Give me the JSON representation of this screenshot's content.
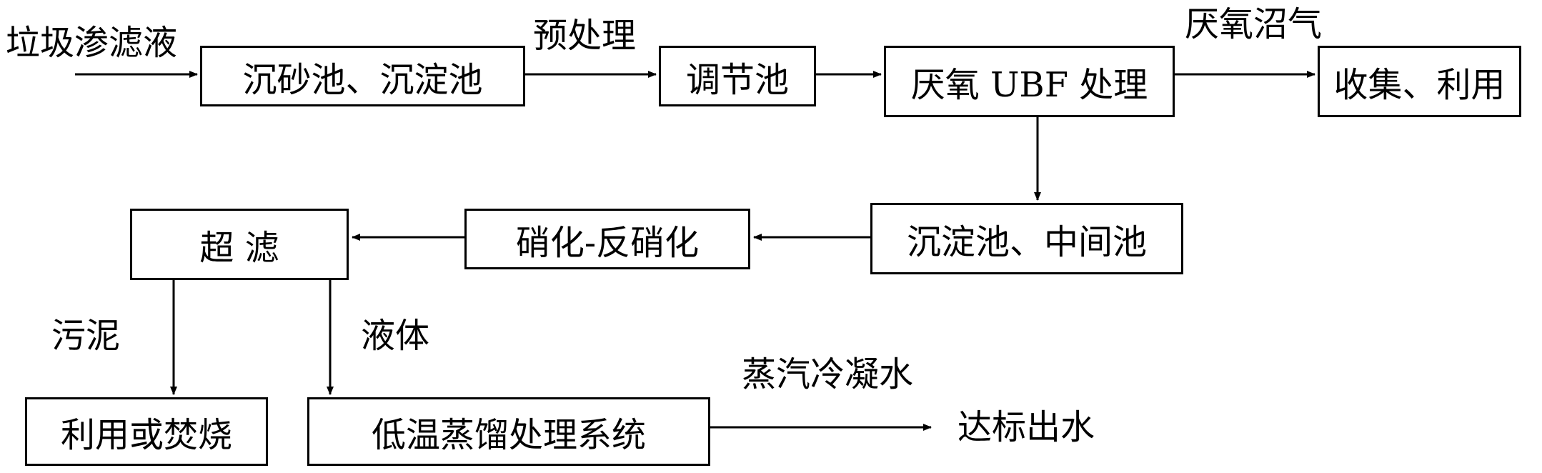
{
  "nodes": {
    "grit_sedimentation": "沉砂池、沉淀池",
    "regulating_tank": "调节池",
    "anaerobic_ubf": "厌氧 UBF 处理",
    "collect_utilize": "收集、利用",
    "sedimentation_intermediate": "沉淀池、中间池",
    "nitrification": "硝化-反硝化",
    "ultrafiltration": "超  滤",
    "sludge_utilization": "利用或焚烧",
    "low_temp_distillation": "低温蒸馏处理系统",
    "effluent": "达标出水"
  },
  "labels": {
    "leachate": "垃圾渗滤液",
    "pretreatment": "预处理",
    "biogas": "厌氧沼气",
    "sludge": "污泥",
    "liquid": "液体",
    "condensate": "蒸汽冷凝水"
  },
  "colors": {
    "line": "#000000",
    "background": "#ffffff"
  }
}
